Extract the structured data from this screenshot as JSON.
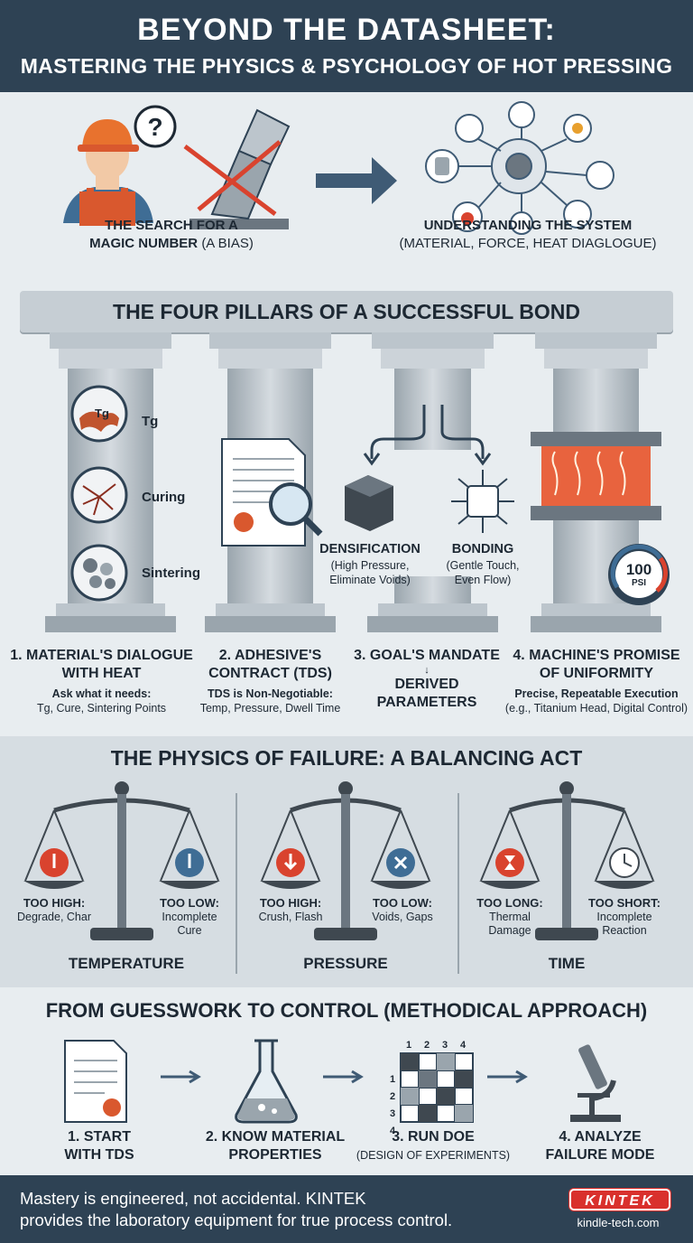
{
  "header": {
    "title": "BEYOND THE DATASHEET:",
    "subtitle": "MASTERING THE PHYSICS & PSYCHOLOGY OF HOT PRESSING"
  },
  "intro": {
    "left_line1": "THE SEARCH FOR A",
    "left_line2a": "MAGIC NUMBER",
    "left_line2b": "(A BIAS)",
    "right_line1": "UNDERSTANDING THE SYSTEM",
    "right_line2": "(MATERIAL, FORCE, HEAT DIAGLOGUE)"
  },
  "pillars": {
    "title": "THE FOUR PILLARS OF A SUCCESSFUL BOND",
    "p1": {
      "labels": [
        "Tg",
        "Curing",
        "Sintering"
      ],
      "icon_text": "Tg",
      "title1": "1. MATERIAL'S DIALOGUE",
      "title2": "WITH HEAT",
      "sub1": "Ask what it needs:",
      "sub2": "Tg, Cure, Sintering Points"
    },
    "p2": {
      "title1": "2. ADHESIVE'S",
      "title2": "CONTRACT (TDS)",
      "sub1": "TDS is Non-Negotiable:",
      "sub2": "Temp, Pressure, Dwell Time"
    },
    "p3": {
      "dens_title": "DENSIFICATION",
      "dens_sub1": "(High Pressure,",
      "dens_sub2": "Eliminate Voids)",
      "bond_title": "BONDING",
      "bond_sub1": "(Gentle Touch,",
      "bond_sub2": "Even Flow)",
      "title1": "3. GOAL'S MANDATE",
      "derived1": "DERIVED",
      "derived2": "PARAMETERS"
    },
    "p4": {
      "gauge_value": "100",
      "gauge_unit": "PSI",
      "title1": "4. MACHINE'S PROMISE",
      "title2": "OF UNIFORMITY",
      "sub1": "Precise, Repeatable Execution",
      "sub2": "(e.g., Titanium Head, Digital Control)"
    }
  },
  "physics": {
    "title": "THE PHYSICS OF FAILURE: A BALANCING ACT",
    "scales": [
      {
        "name": "TEMPERATURE",
        "left_h": "TOO HIGH:",
        "left_1": "Degrade, Char",
        "left_2": "",
        "right_h": "TOO LOW:",
        "right_1": "Incomplete",
        "right_2": "Cure"
      },
      {
        "name": "PRESSURE",
        "left_h": "TOO HIGH:",
        "left_1": "Crush, Flash",
        "left_2": "",
        "right_h": "TOO LOW:",
        "right_1": "Voids, Gaps",
        "right_2": ""
      },
      {
        "name": "TIME",
        "left_h": "TOO LONG:",
        "left_1": "Thermal",
        "left_2": "Damage",
        "right_h": "TOO SHORT:",
        "right_1": "Incomplete",
        "right_2": "Reaction"
      }
    ]
  },
  "method": {
    "title": "FROM GUESSWORK TO CONTROL (METHODICAL APPROACH)",
    "grid_headers": [
      "1",
      "2",
      "3",
      "4"
    ],
    "steps": [
      {
        "l1": "1. START",
        "l2": "WITH TDS"
      },
      {
        "l1": "2. KNOW MATERIAL",
        "l2": "PROPERTIES"
      },
      {
        "l1": "3. RUN DOE",
        "l2": "(DESIGN OF EXPERIMENTS)"
      },
      {
        "l1": "4. ANALYZE",
        "l2": "FAILURE MODE"
      }
    ]
  },
  "footer": {
    "line1": "Mastery is engineered, not accidental. KINTEK",
    "line2": "provides the laboratory equipment for true process control.",
    "brand": "KINTEK",
    "site": "kindle-tech.com"
  },
  "colors": {
    "navy": "#2e4254",
    "accent_red": "#d9432e",
    "accent_blue": "#3f6d95",
    "pillar": "#bcc5cc"
  }
}
